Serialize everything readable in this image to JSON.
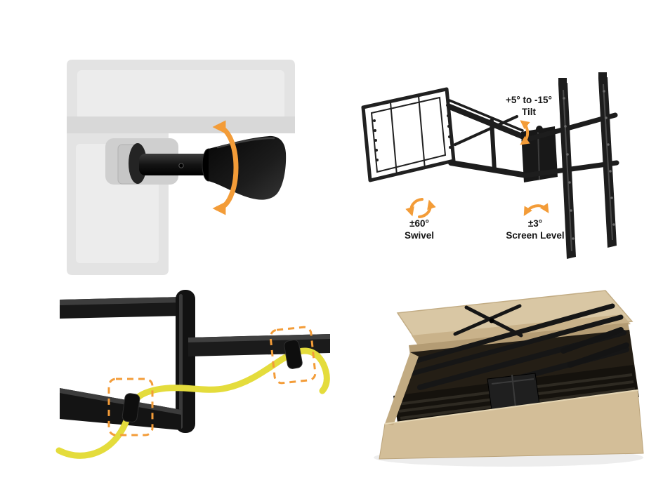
{
  "annotations": {
    "tilt": {
      "value": "+5° to -15°",
      "label": "Tilt"
    },
    "swivel": {
      "value": "±60°",
      "label": "Swivel"
    },
    "screen_level": {
      "value": "±3°",
      "label": "Screen Level"
    }
  },
  "icons": {
    "rotation_loop": "circular-rotation-arrow",
    "tilt_arrow": "vertical-double-curved-arrow",
    "swivel_arrows": "dual-rotation-arrows",
    "screen_level_arrow": "arc-double-headed-arrow",
    "cable_clip_highlight": "dashed-highlight-box"
  },
  "colors": {
    "background": "#FFFFFF",
    "accent_orange": "#F39C38",
    "cable_yellow": "#E4DC3C",
    "mount_black": "#1A1A1A",
    "ghost_gray": "#E3E3E3",
    "cardboard_light": "#D9C7A4",
    "cardboard_front": "#CFBA94",
    "cardboard_inner": "#B49C74",
    "box_interior_dark": "#241E15"
  },
  "panels": [
    {
      "name": "swivel-joint-closeup"
    },
    {
      "name": "mount-angle-diagram"
    },
    {
      "name": "cable-management-closeup"
    },
    {
      "name": "packed-box"
    }
  ]
}
